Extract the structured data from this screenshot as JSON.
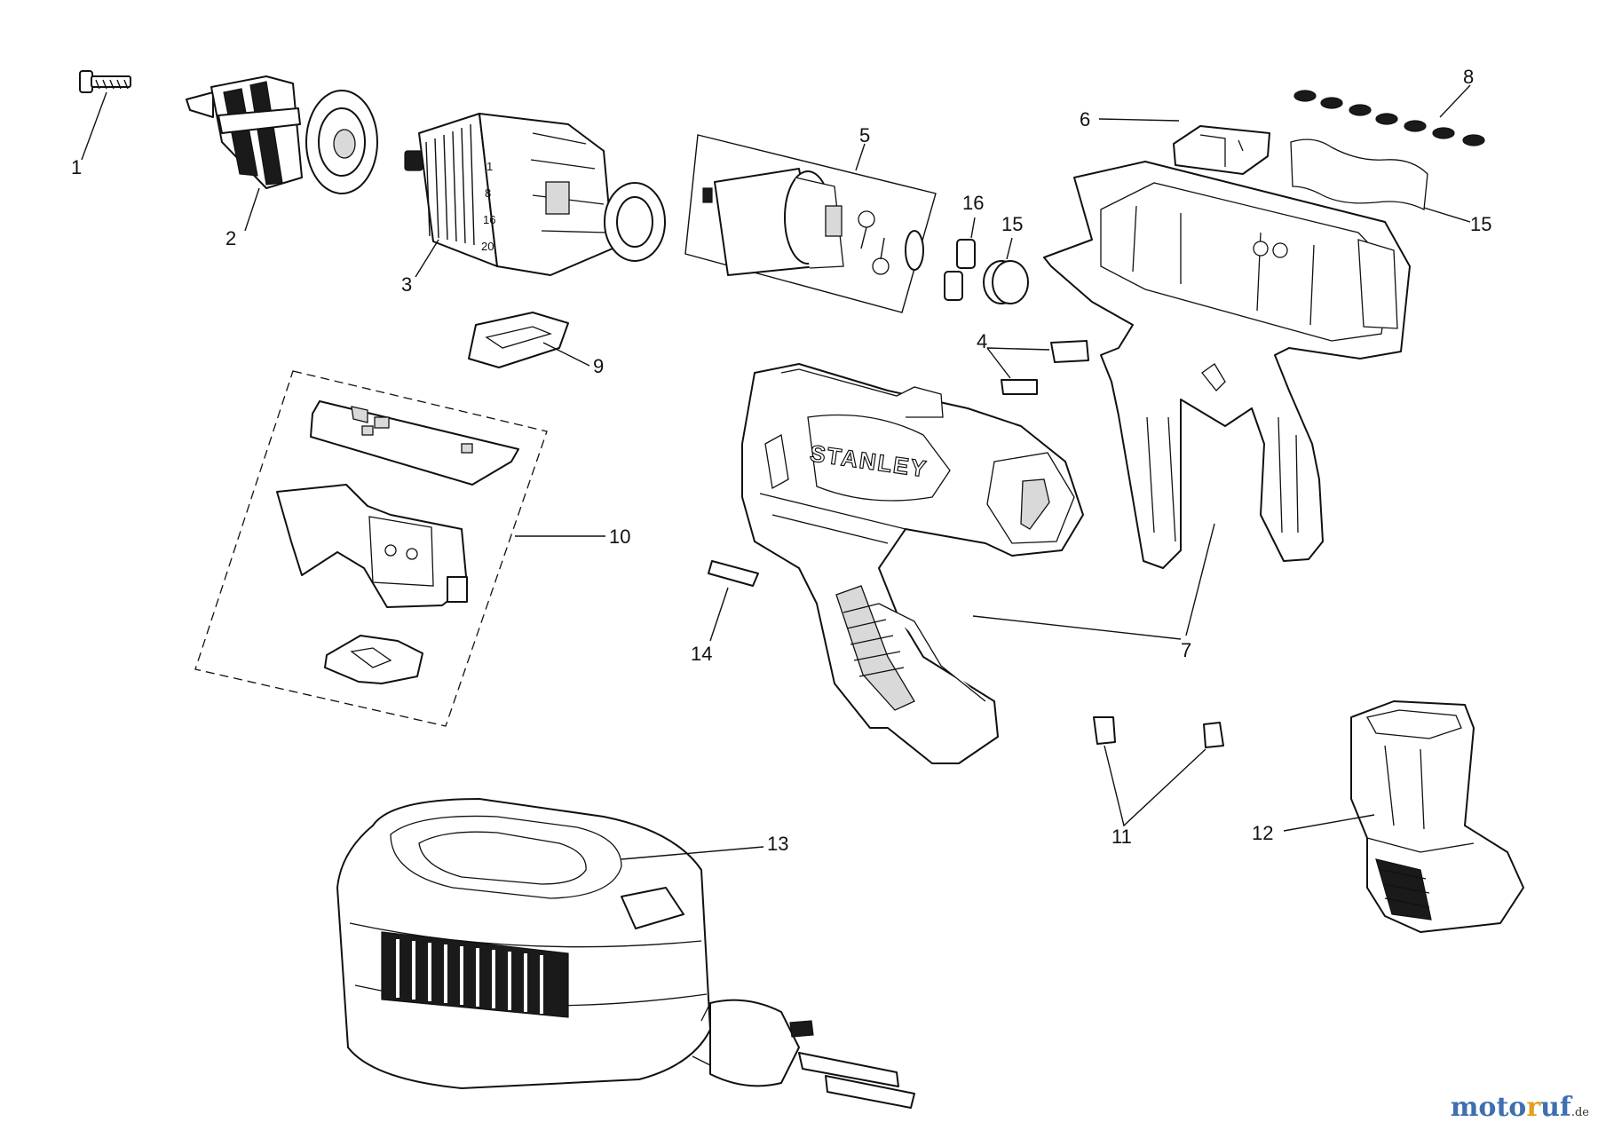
{
  "callouts": [
    "1",
    "2",
    "3",
    "4",
    "5",
    "6",
    "7",
    "8",
    "9",
    "10",
    "11",
    "12",
    "13",
    "14",
    "15",
    "15",
    "16"
  ],
  "brand_text": "STANLEY",
  "chuck_markings": [
    "1",
    "8",
    "16",
    "20"
  ],
  "watermark": {
    "part1": "moto",
    "part2": "r",
    "part3": "uf",
    "tld": ".de"
  }
}
